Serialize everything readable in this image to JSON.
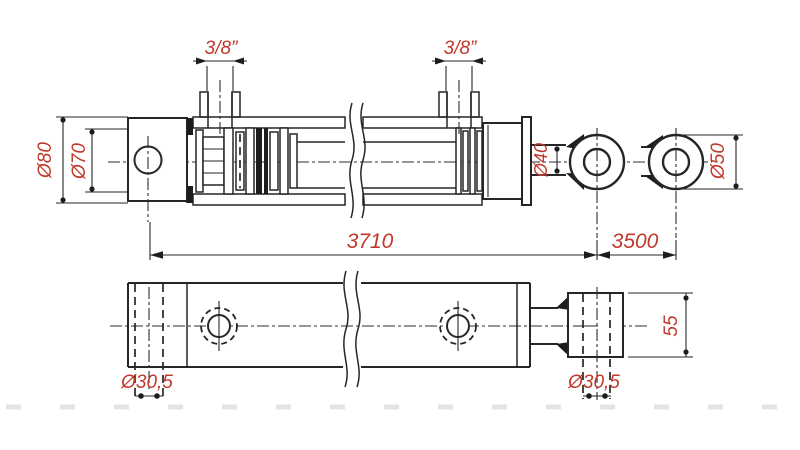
{
  "colors": {
    "line": "#262626",
    "dimension_text": "#c0392b",
    "watermark": "#e4e4e4"
  },
  "top_view": {
    "port_left_label": "3/8”",
    "port_right_label": "3/8”",
    "outer_diameter_label": "Ø80",
    "inner_diameter_label": "Ø70",
    "rod_diameter_label": "Ø40",
    "eye_diameter_label": "Ø50"
  },
  "lengths": {
    "closed_length_label": "3710",
    "stroke_label": "3500"
  },
  "bottom_view": {
    "pin_hole_left_label": "Ø30,5",
    "pin_hole_right_label": "Ø30,5",
    "eye_width_label": "55"
  }
}
